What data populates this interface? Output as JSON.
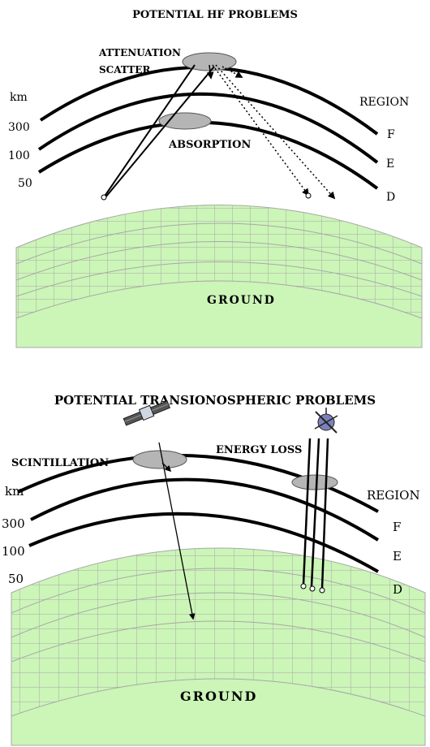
{
  "panel_top": {
    "title": "POTENTIAL HF PROBLEMS",
    "labels": {
      "attenuation": "ATTENUATION",
      "scatter": "SCATTER",
      "absorption": "ABSORPTION",
      "km": "km",
      "region": "REGION",
      "alt_300": "300",
      "alt_100": "100",
      "alt_50": "50",
      "layer_f": "F",
      "layer_e": "E",
      "layer_d": "D",
      "ground": "GROUND"
    }
  },
  "panel_bottom": {
    "title": "POTENTIAL TRANSIONOSPHERIC PROBLEMS",
    "labels": {
      "scintillation": "SCINTILLATION",
      "energy_loss": "ENERGY LOSS",
      "km": "km",
      "region": "REGION",
      "alt_300": "300",
      "alt_100": "100",
      "alt_50": "50",
      "layer_f": "F",
      "layer_e": "E",
      "layer_d": "D",
      "ground": "GROUND"
    }
  },
  "colors": {
    "ground_fill": "#ccf5b8",
    "ground_grid": "#a8a8a8",
    "ellipse_fill": "#b5b5b5",
    "line": "#000000"
  },
  "icons": [
    "satellite-icon",
    "satellite-icon"
  ]
}
